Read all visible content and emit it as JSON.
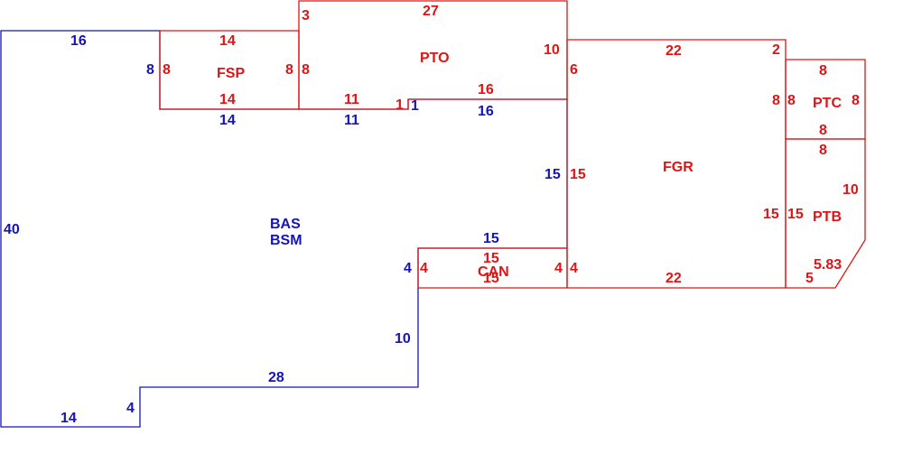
{
  "colors": {
    "main_area": "#1414b8",
    "sub_area": "#e01414",
    "background": "#ffffff"
  },
  "areas": {
    "bas": "BAS",
    "bsm": "BSM",
    "fsp": "FSP",
    "pto": "PTO",
    "fgr": "FGR",
    "ptc": "PTC",
    "ptb": "PTB",
    "can": "CAN"
  },
  "dims": {
    "bas_top": "16",
    "bas_fsp_left": "8",
    "bas_fsp_bottom": "14",
    "bas_pto_bottom": "11",
    "bas_step_1": "1",
    "bas_pto_step_bottom": "16",
    "bas_fgr_side": "15",
    "bas_can_top": "15",
    "bas_can_side": "4",
    "bas_left": "40",
    "bas_right_lower": "10",
    "bas_inner_bottom": "28",
    "bas_notch": "4",
    "bas_bottom": "14",
    "fsp_top": "14",
    "fsp_left": "8",
    "fsp_right": "8",
    "fsp_bottom": "14",
    "pto_left_top": "3",
    "pto_top": "27",
    "pto_left": "8",
    "pto_right_upper": "10",
    "pto_right_lower": "6",
    "pto_bottom_left": "11",
    "pto_step": "1",
    "pto_bottom_right": "16",
    "fgr_top": "22",
    "fgr_top_right": "2",
    "fgr_left": "15",
    "fgr_right_upper": "8",
    "fgr_right_lower": "15",
    "fgr_can_side": "4",
    "fgr_bottom": "22",
    "ptc_top": "8",
    "ptc_left": "8",
    "ptc_right": "8",
    "ptc_bottom": "8",
    "ptb_top": "8",
    "ptb_right": "10",
    "ptb_left": "15",
    "ptb_diag": "5.83",
    "ptb_bottom": "5",
    "can_top": "15",
    "can_left": "4",
    "can_bottom": "15"
  }
}
